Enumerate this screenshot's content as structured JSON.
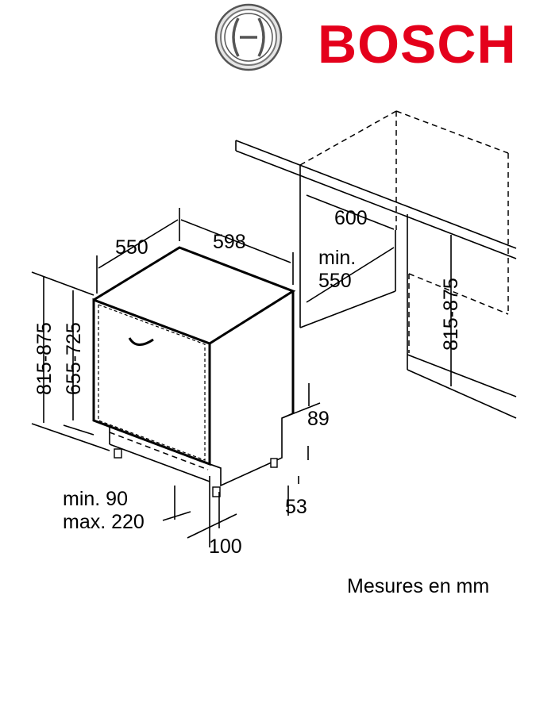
{
  "brand": {
    "name": "BOSCH",
    "color": "#e4001b",
    "logo_icon": "bosch-armature-icon"
  },
  "caption": "Mesures en mm",
  "dimensions": {
    "appliance_depth": "550",
    "appliance_width": "598",
    "niche_width": "600",
    "niche_min_label": "min.",
    "niche_min_value": "550",
    "niche_height": "815-875",
    "appliance_height_outer": "815-875",
    "appliance_height_inner": "655-725",
    "top_gap": "89",
    "bottom_gap": "53",
    "plinth_min": "min. 90",
    "plinth_max": "max. 220",
    "plinth_depth": "100"
  }
}
